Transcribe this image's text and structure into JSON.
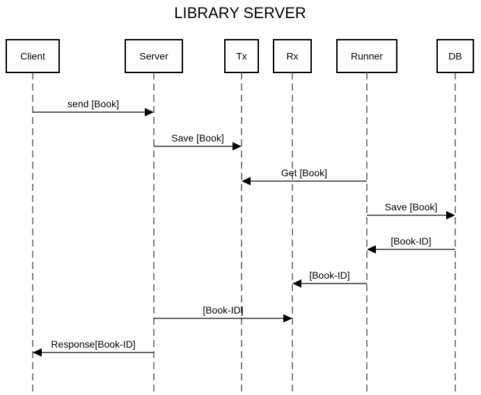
{
  "title": "LIBRARY SERVER",
  "actors": [
    {
      "id": "client",
      "label": "Client"
    },
    {
      "id": "server",
      "label": "Server"
    },
    {
      "id": "tx",
      "label": "Tx"
    },
    {
      "id": "rx",
      "label": "Rx"
    },
    {
      "id": "runner",
      "label": "Runner"
    },
    {
      "id": "db",
      "label": "DB"
    }
  ],
  "messages": [
    {
      "from": "client",
      "to": "server",
      "label": "send [Book]"
    },
    {
      "from": "server",
      "to": "tx",
      "label": "Save [Book]"
    },
    {
      "from": "runner",
      "to": "tx",
      "label": "Get [Book]"
    },
    {
      "from": "runner",
      "to": "db",
      "label": "Save [Book]"
    },
    {
      "from": "db",
      "to": "runner",
      "label": "[Book-ID]"
    },
    {
      "from": "runner",
      "to": "rx",
      "label": "[Book-ID]"
    },
    {
      "from": "server",
      "to": "rx",
      "label": "[Book-ID]"
    },
    {
      "from": "server",
      "to": "client",
      "label": "Response[Book-ID]"
    }
  ]
}
